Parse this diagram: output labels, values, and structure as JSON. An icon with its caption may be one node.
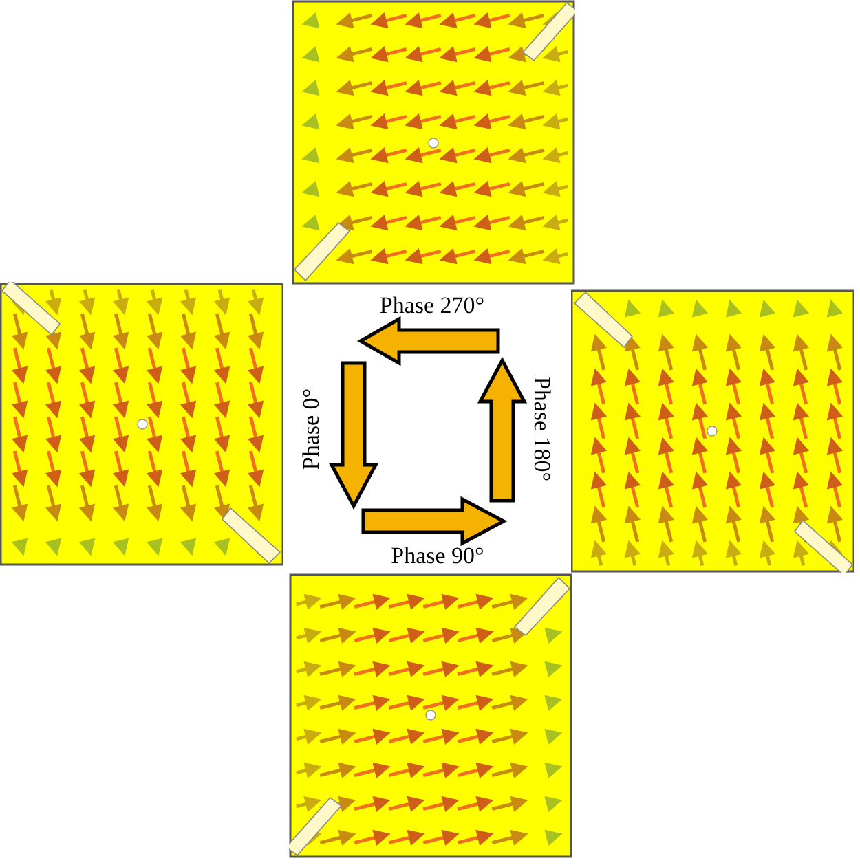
{
  "diagram": {
    "labels": [
      "Phase 270°",
      "Phase 0°",
      "Phase 180°",
      "Phase 90°"
    ]
  }
}
